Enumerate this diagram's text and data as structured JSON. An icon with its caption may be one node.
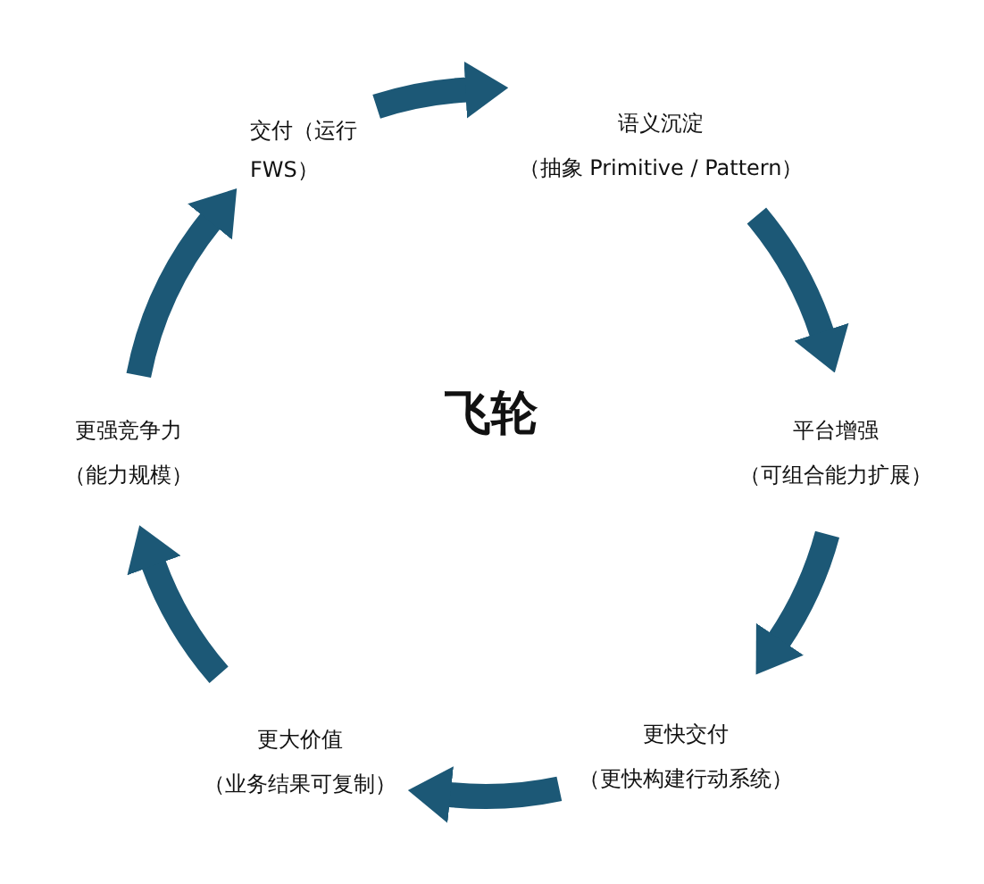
{
  "diagram": {
    "title": "飞轮",
    "nodes": [
      {
        "text": [
          "交付（运行 FWS）"
        ]
      },
      {
        "text": [
          "语义沉淀",
          "（抽象 Primitive / Pattern）"
        ]
      },
      {
        "text": [
          "平台增强",
          "（可组合能力扩展）"
        ]
      },
      {
        "text": [
          "更快交付",
          "（更快构建行动系统）"
        ]
      },
      {
        "text": [
          "更大价值",
          "（业务结果可复制）"
        ]
      },
      {
        "text": [
          "更强竞争力",
          "（能力规模）"
        ]
      }
    ],
    "edges": [
      {
        "from": 0,
        "to": 1,
        "arrow": "to"
      },
      {
        "from": 1,
        "to": 2,
        "arrow": "to"
      },
      {
        "from": 2,
        "to": 3,
        "arrow": "to"
      },
      {
        "from": 3,
        "to": 4,
        "arrow": "to"
      },
      {
        "from": 4,
        "to": 5,
        "arrow": "to"
      },
      {
        "from": 5,
        "to": 0,
        "arrow": "to"
      }
    ]
  }
}
